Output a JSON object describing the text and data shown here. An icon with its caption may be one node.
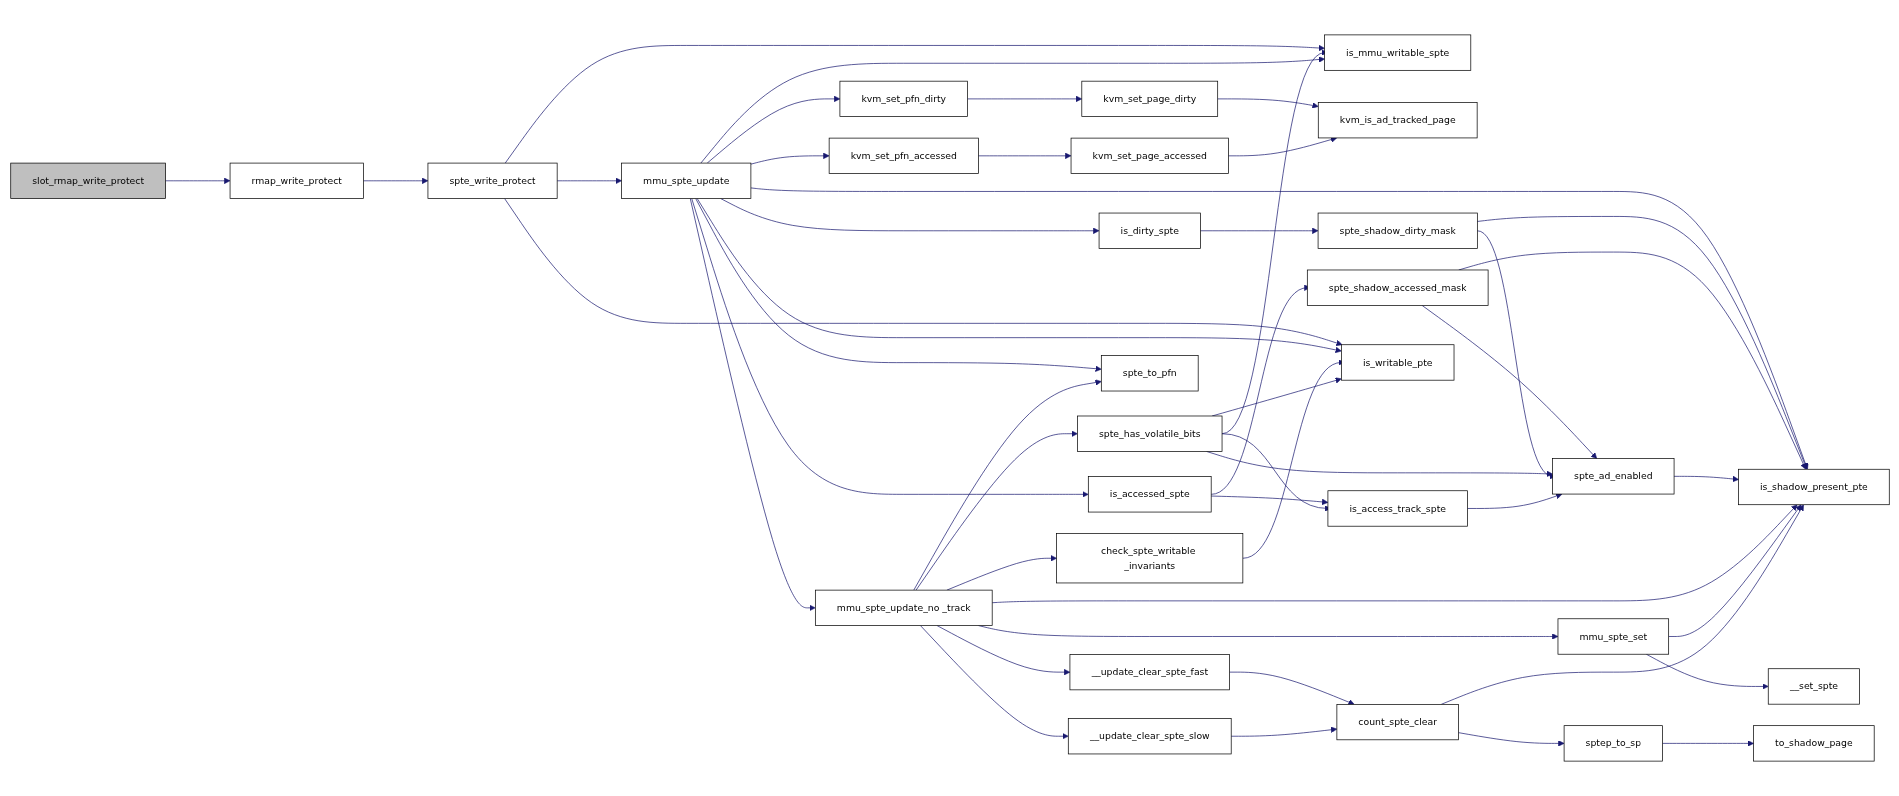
{
  "diagram": {
    "nodes": [
      {
        "text": [
          "slot_rmap_write_protect"
        ]
      },
      {
        "text": [
          "rmap_write_protect"
        ]
      },
      {
        "text": [
          "spte_write_protect"
        ]
      },
      {
        "text": [
          "mmu_spte_update"
        ]
      },
      {
        "text": [
          "is_mmu_writable_spte"
        ]
      },
      {
        "text": [
          "kvm_set_pfn_dirty"
        ]
      },
      {
        "text": [
          "kvm_set_page_dirty"
        ]
      },
      {
        "text": [
          "kvm_is_ad_tracked_page"
        ]
      },
      {
        "text": [
          "kvm_set_pfn_accessed"
        ]
      },
      {
        "text": [
          "kvm_set_page_accessed"
        ]
      },
      {
        "text": [
          "is_dirty_spte"
        ]
      },
      {
        "text": [
          "spte_shadow_dirty_mask"
        ]
      },
      {
        "text": [
          "is_accessed_spte"
        ]
      },
      {
        "text": [
          "spte_shadow_accessed_mask"
        ]
      },
      {
        "text": [
          "spte_has_volatile_bits"
        ]
      },
      {
        "text": [
          "is_access_track_spte"
        ]
      },
      {
        "text": [
          "spte_ad_enabled"
        ]
      },
      {
        "text": [
          "is_shadow_present_pte"
        ]
      },
      {
        "text": [
          "is_writable_pte"
        ]
      },
      {
        "text": [
          "check_spte_writable _invariants"
        ]
      },
      {
        "text": [
          "mmu_spte_update_no _track"
        ]
      },
      {
        "text": [
          "mmu_spte_set"
        ]
      },
      {
        "text": [
          "__set_spte"
        ]
      },
      {
        "text": [
          "__update_clear_spte_fast"
        ]
      },
      {
        "text": [
          "__update_clear_spte_slow"
        ]
      },
      {
        "text": [
          "count_spte_clear"
        ]
      },
      {
        "text": [
          "spte_to_pfn"
        ]
      },
      {
        "text": [
          "sptep_to_sp"
        ]
      },
      {
        "text": [
          "to_shadow_page"
        ]
      }
    ],
    "edges": [
      {
        "from": 0,
        "to": 1,
        "arrow": "to"
      },
      {
        "from": 1,
        "to": 2,
        "arrow": "to"
      },
      {
        "from": 2,
        "to": 3,
        "arrow": "to"
      },
      {
        "from": 2,
        "to": 4,
        "arrow": "to"
      },
      {
        "from": 2,
        "to": 18,
        "arrow": "to"
      },
      {
        "from": 3,
        "to": 4,
        "arrow": "to"
      },
      {
        "from": 3,
        "to": 5,
        "arrow": "to"
      },
      {
        "from": 3,
        "to": 8,
        "arrow": "to"
      },
      {
        "from": 3,
        "to": 17,
        "arrow": "to"
      },
      {
        "from": 3,
        "to": 10,
        "arrow": "to"
      },
      {
        "from": 3,
        "to": 12,
        "arrow": "to"
      },
      {
        "from": 3,
        "to": 18,
        "arrow": "to"
      },
      {
        "from": 3,
        "to": 20,
        "arrow": "to"
      },
      {
        "from": 3,
        "to": 26,
        "arrow": "to"
      },
      {
        "from": 5,
        "to": 6,
        "arrow": "to"
      },
      {
        "from": 6,
        "to": 7,
        "arrow": "to"
      },
      {
        "from": 8,
        "to": 9,
        "arrow": "to"
      },
      {
        "from": 9,
        "to": 7,
        "arrow": "to"
      },
      {
        "from": 10,
        "to": 11,
        "arrow": "to"
      },
      {
        "from": 11,
        "to": 16,
        "arrow": "to"
      },
      {
        "from": 11,
        "to": 17,
        "arrow": "to"
      },
      {
        "from": 12,
        "to": 13,
        "arrow": "to"
      },
      {
        "from": 12,
        "to": 15,
        "arrow": "to"
      },
      {
        "from": 13,
        "to": 16,
        "arrow": "to"
      },
      {
        "from": 13,
        "to": 17,
        "arrow": "to"
      },
      {
        "from": 14,
        "to": 4,
        "arrow": "to"
      },
      {
        "from": 14,
        "to": 15,
        "arrow": "to"
      },
      {
        "from": 14,
        "to": 16,
        "arrow": "to"
      },
      {
        "from": 14,
        "to": 18,
        "arrow": "to"
      },
      {
        "from": 15,
        "to": 16,
        "arrow": "to"
      },
      {
        "from": 16,
        "to": 17,
        "arrow": "to"
      },
      {
        "from": 19,
        "to": 18,
        "arrow": "to"
      },
      {
        "from": 20,
        "to": 14,
        "arrow": "to"
      },
      {
        "from": 20,
        "to": 19,
        "arrow": "to"
      },
      {
        "from": 20,
        "to": 17,
        "arrow": "to"
      },
      {
        "from": 20,
        "to": 21,
        "arrow": "to"
      },
      {
        "from": 20,
        "to": 23,
        "arrow": "to"
      },
      {
        "from": 20,
        "to": 24,
        "arrow": "to"
      },
      {
        "from": 20,
        "to": 26,
        "arrow": "to"
      },
      {
        "from": 21,
        "to": 22,
        "arrow": "to"
      },
      {
        "from": 21,
        "to": 17,
        "arrow": "to"
      },
      {
        "from": 23,
        "to": 25,
        "arrow": "to"
      },
      {
        "from": 24,
        "to": 25,
        "arrow": "to"
      },
      {
        "from": 25,
        "to": 17,
        "arrow": "to"
      },
      {
        "from": 25,
        "to": 27,
        "arrow": "to"
      },
      {
        "from": 27,
        "to": 28,
        "arrow": "to"
      }
    ]
  }
}
